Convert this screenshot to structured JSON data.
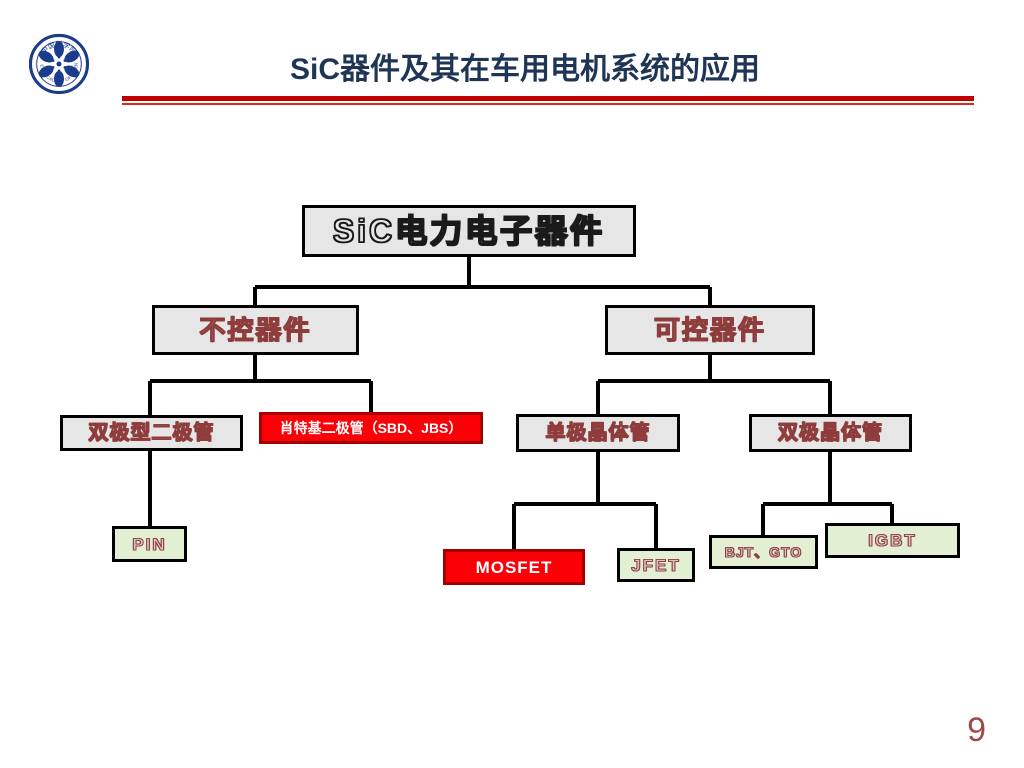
{
  "header": {
    "title": "SiC器件及其在车用电机系统的应用",
    "logo_name": "chinese-academy-of-sciences-logo",
    "title_color": "#1f3556",
    "rule_color": "#c00000"
  },
  "footer": {
    "page_number": "9",
    "page_number_color": "#9e4a4a"
  },
  "chart_data": {
    "type": "diagram",
    "subtype": "tree",
    "title": "SiC电力电子器件 classification tree",
    "orientation": "top-down",
    "palette": {
      "box_gray_fill": "#e6e6e6",
      "box_red_fill": "#fb0007",
      "box_green_fill": "#e2efd2",
      "box_border": "#000000",
      "text_outline_red": "#8f3c3c",
      "text_white": "#ffffff"
    },
    "nodes": [
      {
        "id": "root",
        "label": "SiC电力电子器件",
        "level": 0,
        "style": "gray",
        "parent": null
      },
      {
        "id": "uncontrolled",
        "label": "不控器件",
        "level": 1,
        "style": "gray",
        "parent": "root"
      },
      {
        "id": "controlled",
        "label": "可控器件",
        "level": 1,
        "style": "gray",
        "parent": "root"
      },
      {
        "id": "bipolar-diode",
        "label": "双极型二极管",
        "level": 2,
        "style": "gray",
        "parent": "uncontrolled"
      },
      {
        "id": "schottky-diode",
        "label": "肖特基二极管（SBD、JBS）",
        "level": 2,
        "style": "red",
        "parent": "uncontrolled"
      },
      {
        "id": "unipolar-transistor",
        "label": "单极晶体管",
        "level": 2,
        "style": "gray",
        "parent": "controlled"
      },
      {
        "id": "bipolar-transistor",
        "label": "双极晶体管",
        "level": 2,
        "style": "gray",
        "parent": "controlled"
      },
      {
        "id": "pin",
        "label": "PIN",
        "level": 3,
        "style": "green",
        "parent": "bipolar-diode"
      },
      {
        "id": "mosfet",
        "label": "MOSFET",
        "level": 3,
        "style": "red",
        "parent": "unipolar-transistor"
      },
      {
        "id": "jfet",
        "label": "JFET",
        "level": 3,
        "style": "green",
        "parent": "unipolar-transistor"
      },
      {
        "id": "bjt-gto",
        "label": "BJT、GTO",
        "level": 3,
        "style": "green",
        "parent": "bipolar-transistor"
      },
      {
        "id": "igbt",
        "label": "IGBT",
        "level": 3,
        "style": "green",
        "parent": "bipolar-transistor"
      }
    ],
    "edges": [
      {
        "from": "root",
        "to": "uncontrolled"
      },
      {
        "from": "root",
        "to": "controlled"
      },
      {
        "from": "uncontrolled",
        "to": "bipolar-diode"
      },
      {
        "from": "uncontrolled",
        "to": "schottky-diode"
      },
      {
        "from": "controlled",
        "to": "unipolar-transistor"
      },
      {
        "from": "controlled",
        "to": "bipolar-transistor"
      },
      {
        "from": "bipolar-diode",
        "to": "pin"
      },
      {
        "from": "unipolar-transistor",
        "to": "mosfet"
      },
      {
        "from": "unipolar-transistor",
        "to": "jfet"
      },
      {
        "from": "bipolar-transistor",
        "to": "bjt-gto"
      },
      {
        "from": "bipolar-transistor",
        "to": "igbt"
      }
    ],
    "highlighted_nodes": [
      "schottky-diode",
      "mosfet"
    ]
  }
}
